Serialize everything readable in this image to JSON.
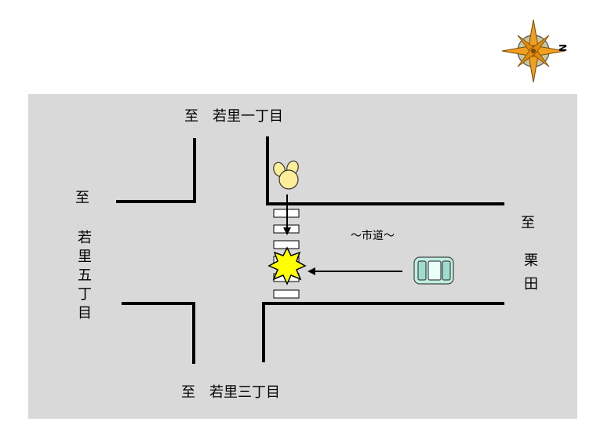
{
  "labels": {
    "north": "至　若里一丁目",
    "south": "至　若里三丁目",
    "west_to": "至",
    "west_place": "若里五丁目",
    "east_to": "至",
    "east_place": "栗田",
    "road": "～市道～",
    "compass_letter": "N"
  },
  "colors": {
    "background": "#d9d9d9",
    "road_edge": "#000000",
    "pedestrian": "#ffee99",
    "car": "#bfeee0",
    "collision": "#ffff00",
    "compass_orange": "#f0a020"
  }
}
